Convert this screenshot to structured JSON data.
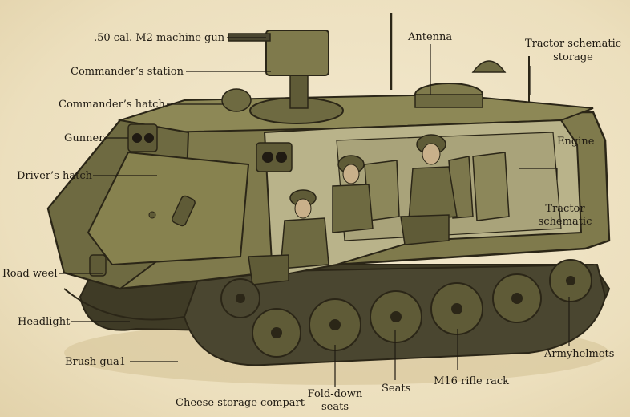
{
  "labels": {
    "machine_gun": ".50 cal. M2 machine gun",
    "antenna": "Antenna",
    "tractor_storage_1": "Tractor schematic",
    "tractor_storage_2": "storage",
    "commander_station": "Commander’s station",
    "commander_hatch": "Commander’s hatch",
    "gunner": "Gunner",
    "engine": "Engine",
    "driver_hatch": "Driver’s hatch",
    "tractor_schematic_1": "Tractor",
    "tractor_schematic_2": "schematic",
    "road_wheel": "Road weel",
    "headlight": "Headlight",
    "brush_guard": "Brush gua1",
    "army_helmets": "Armyhelmets",
    "m16_rack": "M16 rifle rack",
    "seats": "Seats",
    "fold_down_1": "Fold-down",
    "fold_down_2": "seats",
    "cheese_storage": "Cheese storage compart"
  },
  "colors": {
    "background": "#efe3c4",
    "hull": "#7f7a4c",
    "hull_dark": "#5f5b37",
    "interior": "#b9b38a",
    "outline": "#2b2617",
    "text": "#1f1a12"
  }
}
